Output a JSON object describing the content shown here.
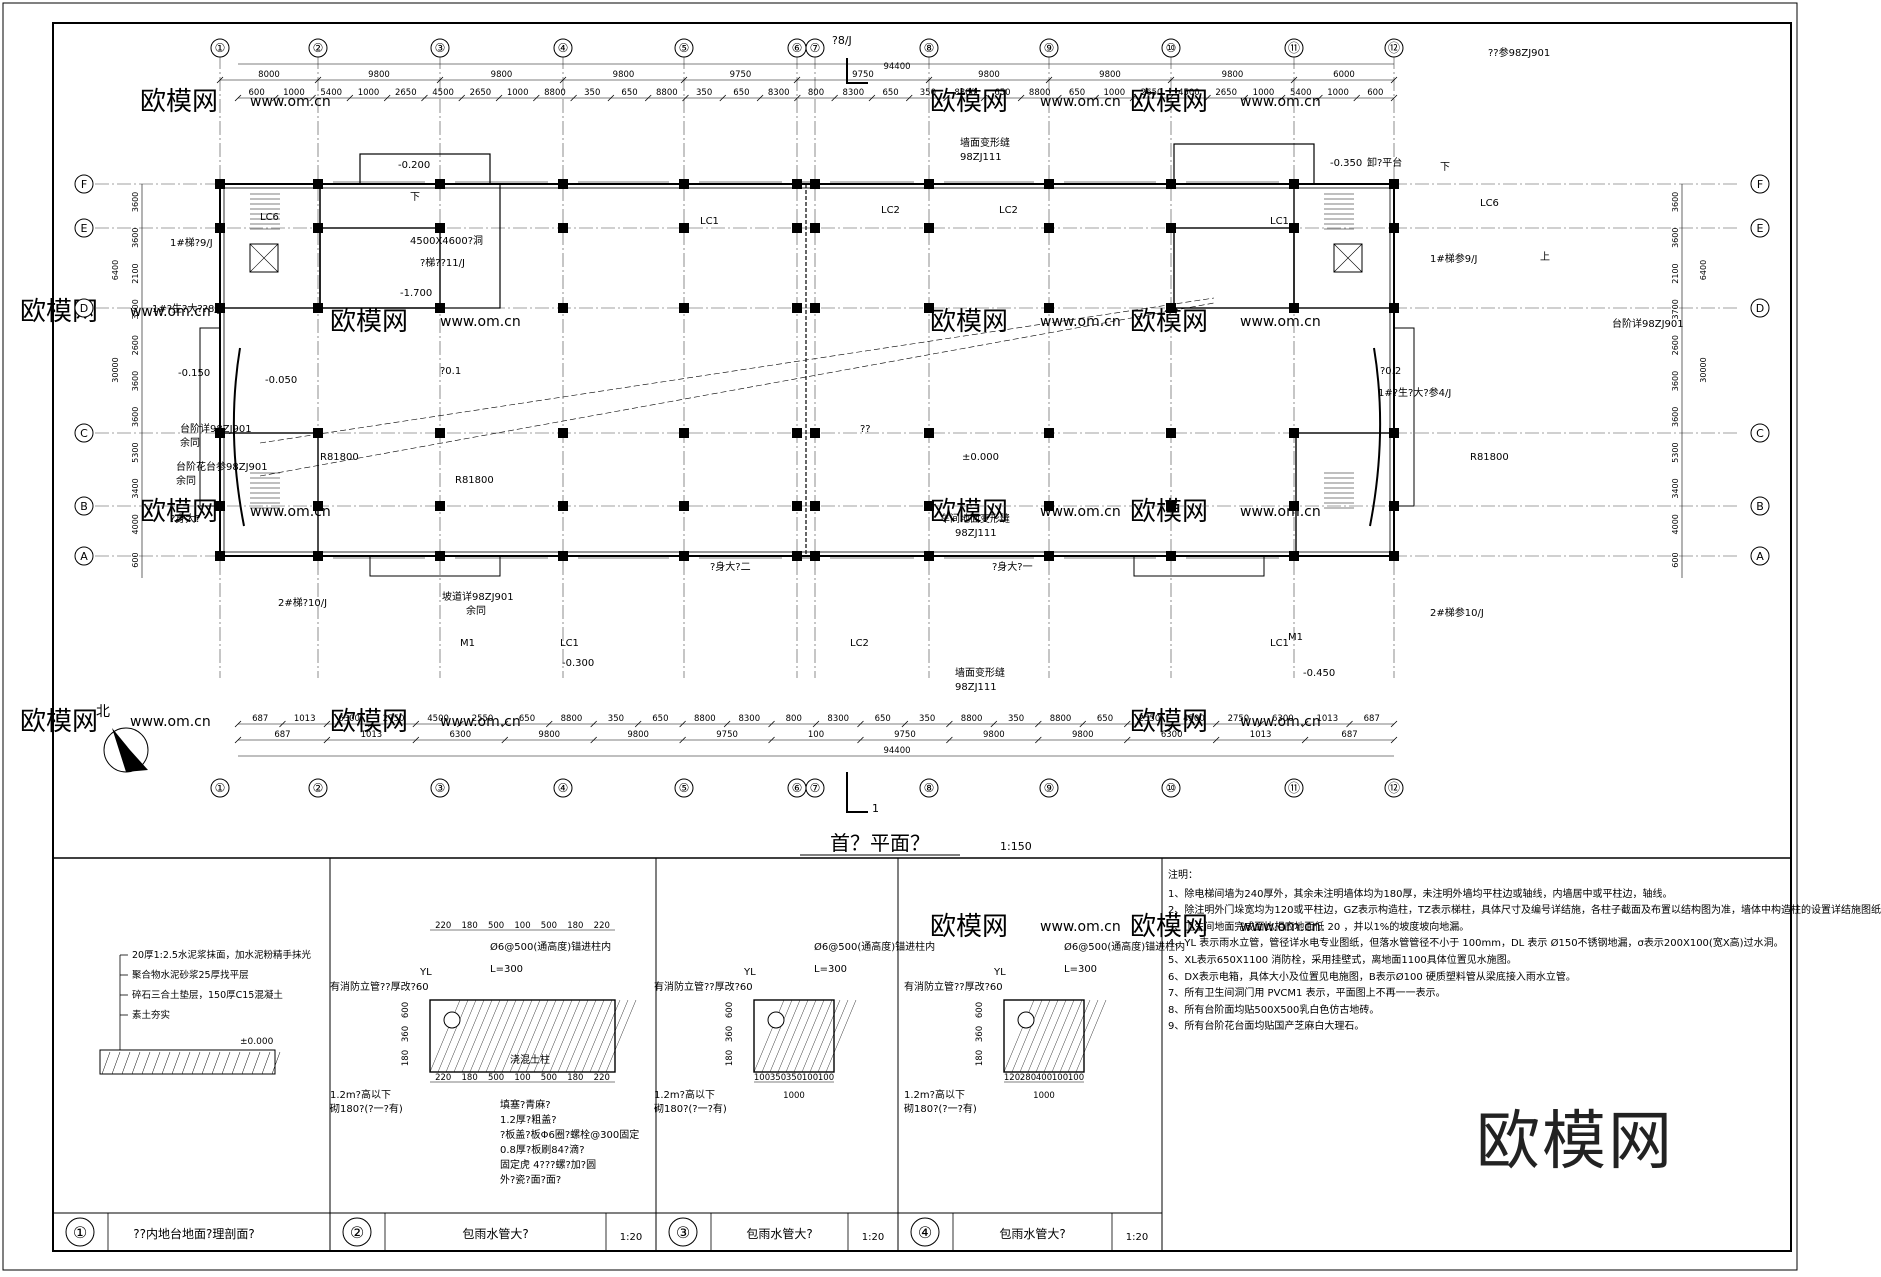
{
  "sheet": {
    "plan_title": "首？平面？",
    "plan_scale": "1:150",
    "watermark_text": "欧模网",
    "watermark_url": "www.om.cn",
    "north_label": "北",
    "section_label_top": "?8/J",
    "section_mark": "1",
    "total_length": "94400",
    "logo": "欧模网"
  },
  "axes": {
    "top": [
      "①",
      "②",
      "③",
      "④",
      "⑤",
      "⑥",
      "⑦",
      "⑧",
      "⑨",
      "⑩",
      "⑪",
      "⑫"
    ],
    "rows": [
      "F",
      "E",
      "D",
      "C",
      "B",
      "A"
    ]
  },
  "dims": {
    "top_row1": [
      "8000",
      "9800",
      "9800",
      "9800",
      "9750",
      "9750",
      "9800",
      "9800",
      "6000"
    ],
    "top_row2": [
      "600",
      "1000",
      "5400",
      "1000",
      "2650",
      "4500",
      "2650",
      "1000",
      "8800",
      "350",
      "650",
      "8800",
      "350",
      "650",
      "8300",
      "800",
      "8300",
      "650",
      "350",
      "8800",
      "650",
      "8800",
      "650",
      "1000",
      "2650",
      "4500",
      "2650",
      "1000",
      "5400",
      "1000",
      "600"
    ],
    "bottom_row1": [
      "687",
      "1013",
      "6300",
      "2750",
      "4500",
      "2550",
      "650",
      "8800",
      "350",
      "650",
      "8800",
      "8300",
      "800",
      "8300",
      "650",
      "350",
      "8800",
      "350",
      "8800",
      "650",
      "2550",
      "4500",
      "2750",
      "6300",
      "1013",
      "687"
    ],
    "bottom_row2": [
      "687",
      "1013",
      "6300",
      "9800",
      "9800",
      "9750",
      "100",
      "9750",
      "9800",
      "9800",
      "6300",
      "1013",
      "687"
    ],
    "bottom_total": "94400",
    "side_left": [
      "3600",
      "3600",
      "2100",
      "3700",
      "2600",
      "3600",
      "3600",
      "5300",
      "3400",
      "4000",
      "600"
    ],
    "side_total": "30000",
    "side_group": "6400"
  },
  "plan_labels": {
    "stair1": "1#梯?9/J",
    "toilet1": "1#?生?大??8/J",
    "stair2": "2#梯?10/J",
    "stair1r": "1#梯参9/J",
    "toilet_r": "1#?生?大?参4/J",
    "stair2r": "2#梯参10/J",
    "hole": "4500X4600?洞",
    "liftref": "?梯??11/J",
    "gap1": "墙面变形缝",
    "gap_code": "98ZJ111",
    "gap2": "车间地面变形缝",
    "unload": "卸?平台",
    "elev0": "±0.000",
    "elev1": "-0.200",
    "elev2": "-1.700",
    "elev3": "-0.150",
    "elev4": "-0.050",
    "elev5": "-0.300",
    "elev6": "-0.450",
    "elev7": "-0.350",
    "r81800": "R81800",
    "note_center": "??",
    "note_ref1": "?身大?二",
    "note_ref2": "?身大?一",
    "note_ref3": "?身大?",
    "ramp": "坡道详98ZJ901",
    "step_ref": "台阶详98ZJ901",
    "step_ref2": "台阶花台参98ZJ901",
    "same": "余同",
    "lc1": "LC1",
    "lc2": "LC2",
    "lc6": "LC6",
    "m1": "M1",
    "under": "下",
    "up": "上",
    "right_top": "??参98ZJ901",
    "pool1": "?0.1",
    "pool2": "?0.2"
  },
  "details": {
    "d1_layers": [
      "20厚1:2.5水泥浆抹面，加水泥粉精手抹光",
      "聚合物水泥砂浆25厚找平层",
      "碎石三合土垫层，150厚C15混凝土",
      "素土夯实"
    ],
    "d1_elev": "±0.000",
    "d2_top": [
      "220",
      "180",
      "500",
      "100",
      "500",
      "180",
      "220"
    ],
    "d2_yl": "YL",
    "d2_rebar": "Ø6@500(通高度)锚进柱内",
    "d2_pipe": "有消防立管??厚改?60",
    "d2_l": "L=300",
    "d2_notes": [
      "填塞?青麻?",
      "1.2厚?粗盖?",
      "?板盖?板Φ6圈?螺栓@300固定",
      "0.8厚?板刷84?滴?",
      "固定虎 4???螺?加?圆",
      "外?瓷?面?面?"
    ],
    "d2_side": [
      "1.2m?高以下",
      "砌180?(?一?有)"
    ],
    "d2_pour": "浇混土柱",
    "d3_bottom": [
      "100",
      "350",
      "350",
      "100",
      "100"
    ],
    "d3_total": "1000",
    "d4_bottom": [
      "120",
      "280",
      "400",
      "100",
      "100"
    ],
    "d4_total": "1000",
    "vert": [
      "600",
      "360",
      "180"
    ]
  },
  "title_blocks": [
    {
      "num": "①",
      "name": "??内地台地面?理剖面?",
      "scale": ""
    },
    {
      "num": "②",
      "name": "包雨水管大?",
      "scale": "1:20"
    },
    {
      "num": "③",
      "name": "包雨水管大?",
      "scale": "1:20"
    },
    {
      "num": "④",
      "name": "包雨水管大?",
      "scale": "1:20"
    }
  ],
  "notes": {
    "title": "注明：",
    "lines": [
      "1、除电梯间墙为240厚外，其余未注明墙体均为180厚，未注明外墙均平柱边或轴线，内墙居中或平柱边，轴线。",
      "2、除注明外门垛宽均为120或平柱边，GZ表示构造柱，TZ表示梯柱，具体尺寸及编号详结施，各柱子截面及布置以结构图为准，墙体中构造柱的设置详结施图纸",
      "3、卫生间地面完成面比相应地面低  20 ，并以1%的坡度坡向地漏。",
      "4、YL 表示雨水立管，管径详水电专业图纸，但落水管管径不小于 100mm，DL 表示 Ø150不锈钢地漏，σ表示200X100(宽X高)过水洞。",
      "5、XL表示650X1100 消防栓，采用挂壁式，离地面1100具体位置见水施图。",
      "6、DX表示电箱，具体大小及位置见电施图，B表示Ø100 硬质塑料管从梁底接入雨水立管。",
      "7、所有卫生间洞门用 PVCM1 表示，平面图上不再一一表示。",
      "8、所有台阶面均贴500X500乳白色仿古地砖。",
      "9、所有台阶花台面均贴国产芝麻白大理石。"
    ]
  }
}
